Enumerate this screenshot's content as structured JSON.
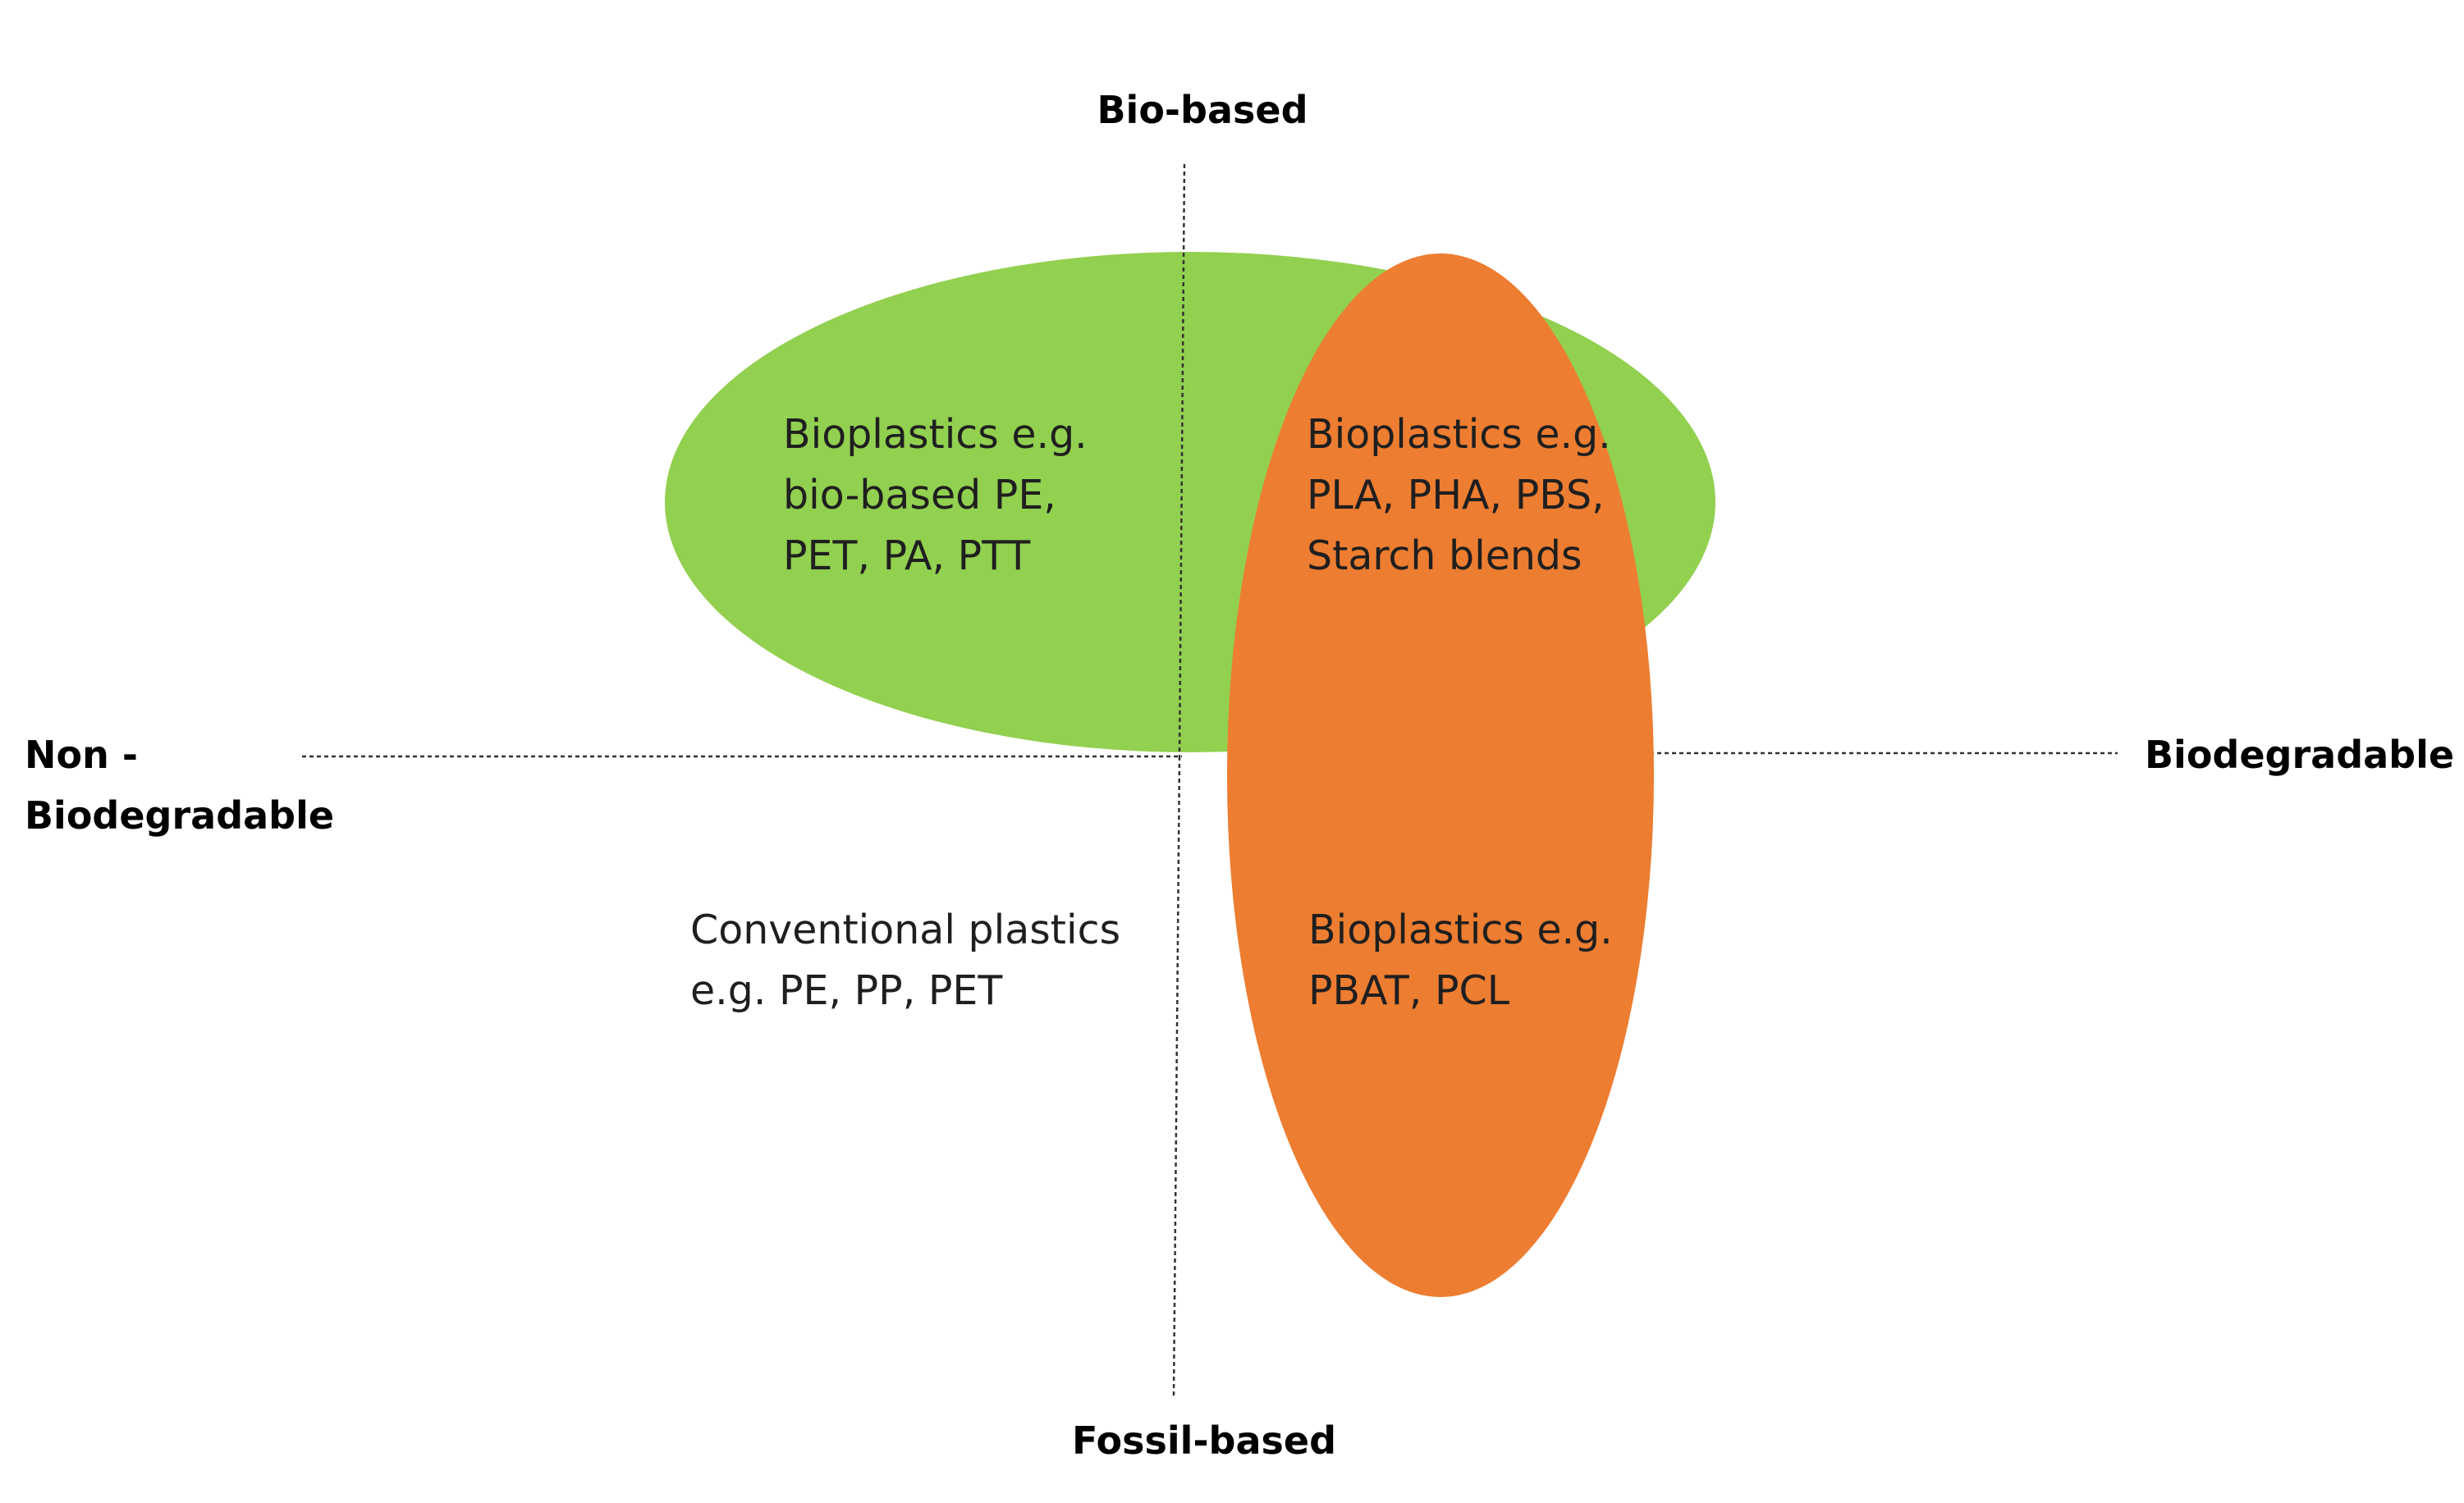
{
  "axes": {
    "top_label": "Bio-based",
    "bottom_label": "Fossil-based",
    "left_label_line1": "Non -",
    "left_label_line2": "Biodegradable",
    "right_label": "Biodegradable"
  },
  "quadrants": {
    "top_left": {
      "lines": [
        "Bioplastics e.g.",
        "bio-based PE,",
        "PET, PA, PTT"
      ]
    },
    "top_right": {
      "lines": [
        "Bioplastics e.g.",
        "PLA, PHA, PBS,",
        "Starch blends"
      ]
    },
    "bottom_left": {
      "lines": [
        "Conventional plastics",
        "e.g. PE, PP, PET"
      ]
    },
    "bottom_right": {
      "lines": [
        "Bioplastics e.g.",
        "PBAT, PCL"
      ]
    }
  },
  "colors": {
    "bio_based_ellipse": "#92d050",
    "biodegradable_ellipse": "#ed7d31",
    "axis_line": "#333333"
  }
}
